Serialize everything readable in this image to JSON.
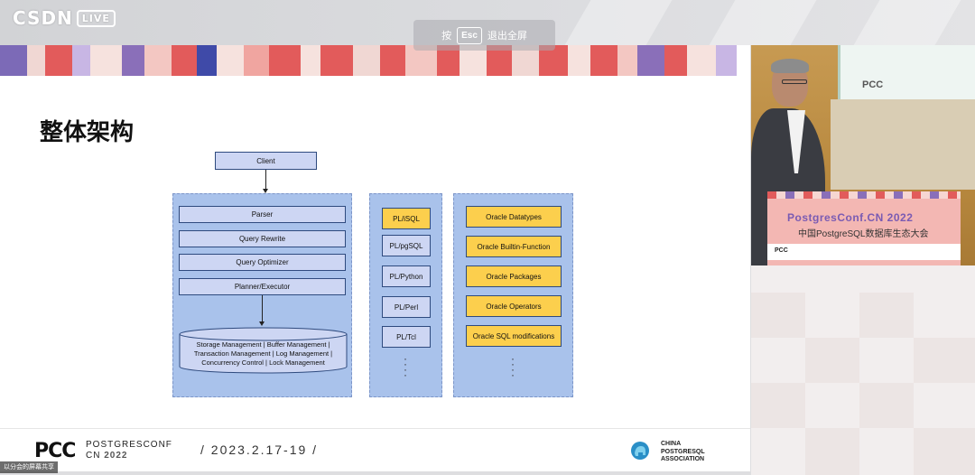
{
  "app": {
    "logo_text": "CSDN",
    "logo_live": "LIVE",
    "esc_prefix": "按",
    "esc_key": "Esc",
    "esc_suffix": "退出全屏",
    "share_tag": "以分会的屏幕共享"
  },
  "slide": {
    "title": "整体架构",
    "client": "Client",
    "core": [
      "Parser",
      "Query Rewrite",
      "Query Optimizer",
      "Planner/Executor"
    ],
    "storage_lines": [
      "Storage Management | Buffer Management |",
      "Transaction Management | Log Management |",
      "Concurrency Control | Lock Management"
    ],
    "languages": [
      "PL/iSQL",
      "PL/pgSQL",
      "PL/Python",
      "PL/Perl",
      "PL/Tcl"
    ],
    "oracle": [
      "Oracle Datatypes",
      "Oracle Builtin-Function",
      "Oracle Packages",
      "Oracle Operators",
      "Oracle SQL modifications"
    ],
    "footer": {
      "pcc": "PCC",
      "pcc_name": "POSTGRESCONF",
      "pcc_cn": "CN",
      "pcc_year": "2022",
      "date": "/ 2023.2.17-19 /",
      "assoc_1": "CHINA",
      "assoc_2": "POSTGRESQL",
      "assoc_3": "ASSOCIATION"
    }
  },
  "video": {
    "podium_title": "PostgresConf.CN 2022",
    "podium_subtitle": "中国PostgreSQL数据库生态大会",
    "podium_foot": "PCC",
    "screen_text": "PCC"
  },
  "colors": {
    "box_blue": "#cdd6f3",
    "panel_blue": "#a9c2eb",
    "yellow": "#fccf4d",
    "brand_red": "#e35b3c",
    "purple": "#7a5bb3"
  }
}
